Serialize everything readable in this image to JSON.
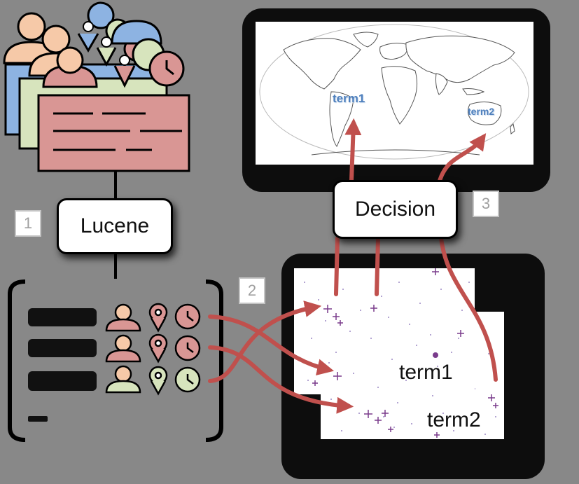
{
  "steps": {
    "one": "1",
    "two": "2",
    "three": "3"
  },
  "lucene": {
    "label": "Lucene"
  },
  "decision": {
    "label": "Decision"
  },
  "map": {
    "term1": "term1",
    "term2": "term2"
  },
  "scatter": {
    "term1": "term1",
    "term2": "term2"
  },
  "colors": {
    "arrow": "#c0504d",
    "doc_red": "#d99694",
    "doc_green": "#d7e4bd",
    "doc_blue": "#8db3e2",
    "map_label": "#4f80bd",
    "background": "#888888"
  }
}
